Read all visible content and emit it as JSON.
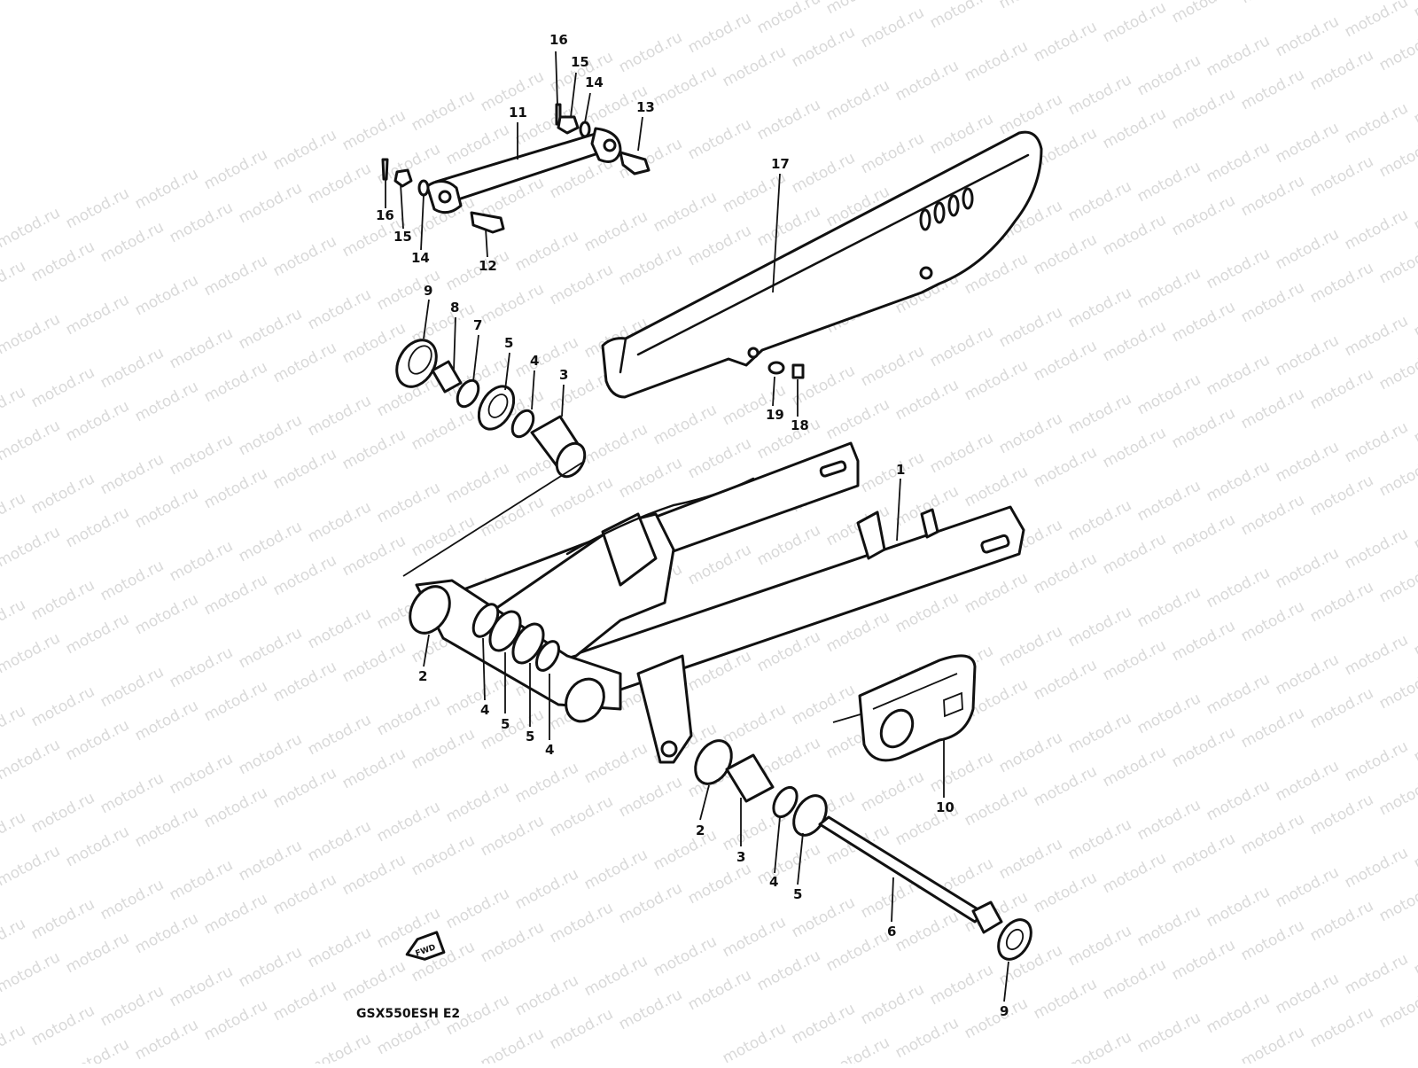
{
  "watermark": "motod.ru",
  "model_code": "GSX550ESH E2",
  "front_marker_text": "FWD",
  "callout_labels": {
    "l16a": "16",
    "l15a": "15",
    "l14a": "14",
    "l13": "13",
    "l11": "11",
    "l16b": "16",
    "l15b": "15",
    "l14b": "14",
    "l12": "12",
    "l17": "17",
    "l9a": "9",
    "l8": "8",
    "l7": "7",
    "l5a": "5",
    "l4a": "4",
    "l3a": "3",
    "l19": "19",
    "l18": "18",
    "l1": "1",
    "l2a": "2",
    "l4b": "4",
    "l5b": "5",
    "l5c": "5",
    "l4c": "4",
    "l10": "10",
    "l2b": "2",
    "l3b": "3",
    "l4d": "4",
    "l5d": "5",
    "l6": "6",
    "l9b": "9"
  },
  "colors": {
    "line": "#111111",
    "background": "#ffffff",
    "watermark": "#d9d9d9"
  }
}
